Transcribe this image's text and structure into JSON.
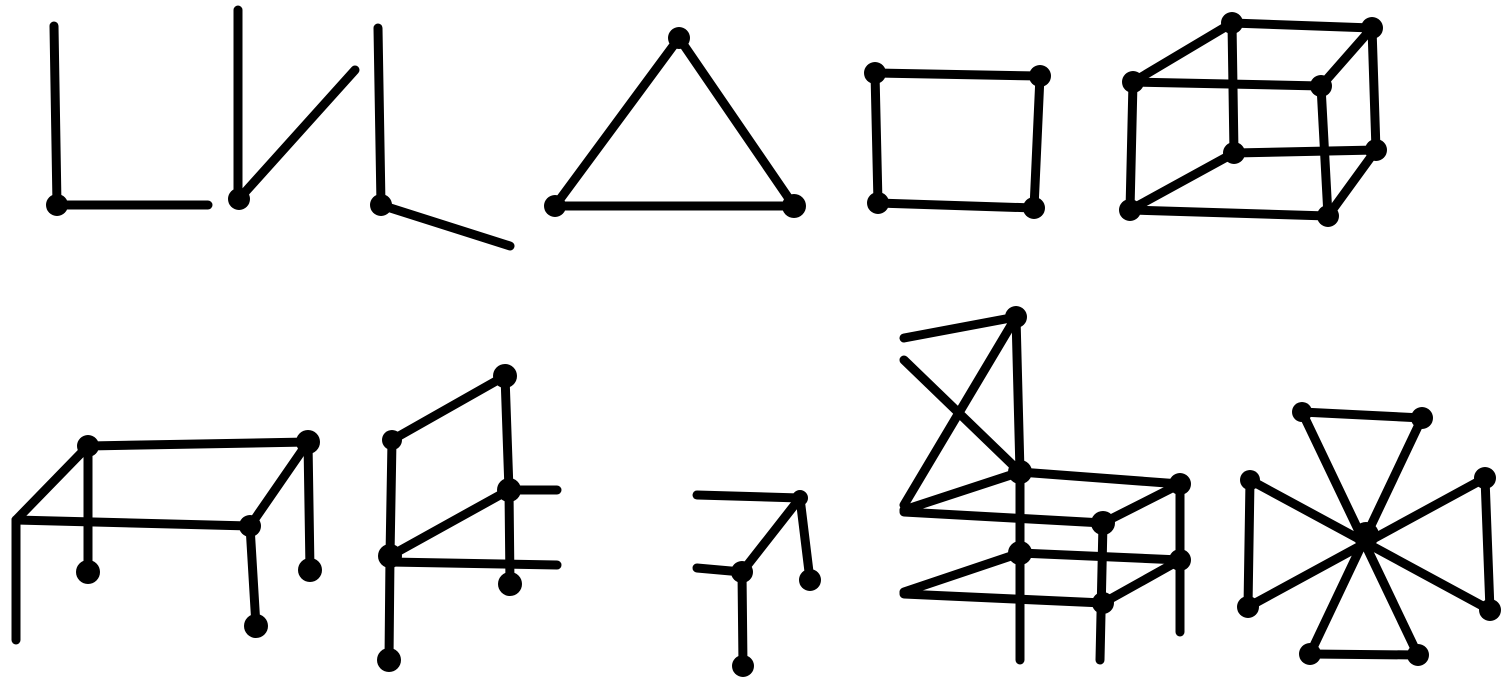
{
  "colors": {
    "ink": "#000000",
    "background": "#ffffff"
  },
  "figures": [
    {
      "name": "figure-right-angle",
      "kind": "line-drawing",
      "row": 1
    },
    {
      "name": "figure-acute-angle",
      "kind": "line-drawing",
      "row": 1
    },
    {
      "name": "figure-obtuse-angle",
      "kind": "line-drawing",
      "row": 1
    },
    {
      "name": "figure-triangle",
      "kind": "line-drawing",
      "row": 1
    },
    {
      "name": "figure-square",
      "kind": "line-drawing",
      "row": 1
    },
    {
      "name": "figure-cube",
      "kind": "line-drawing",
      "row": 1
    },
    {
      "name": "figure-table",
      "kind": "line-drawing",
      "row": 2
    },
    {
      "name": "figure-chair",
      "kind": "line-drawing",
      "row": 2
    },
    {
      "name": "figure-partial-chair",
      "kind": "line-drawing",
      "row": 2
    },
    {
      "name": "figure-stacked-frame",
      "kind": "line-drawing",
      "row": 2
    },
    {
      "name": "figure-star-hourglass",
      "kind": "line-drawing",
      "row": 2
    }
  ]
}
